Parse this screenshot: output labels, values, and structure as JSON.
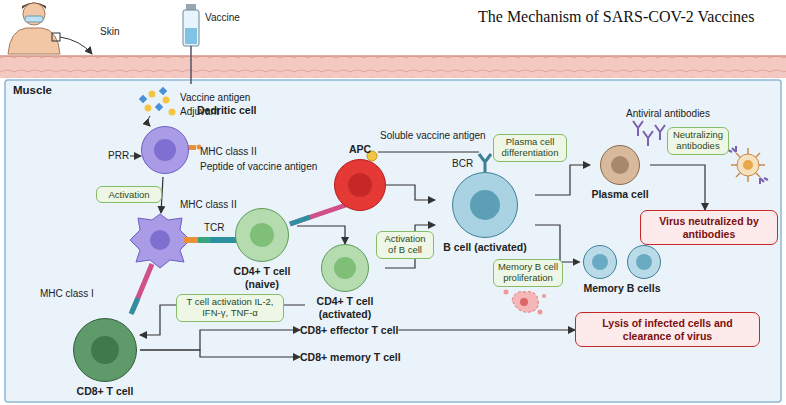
{
  "diagram": {
    "title": "The Mechanism of SARS-COV-2 Vaccines",
    "nodes": [
      {
        "text": [
          "Muscle"
        ]
      },
      {
        "text": [
          "Dedritic cell"
        ],
        "in": 0
      },
      {
        "text": [
          "CD4+ T cell (naive)"
        ],
        "in": 0
      },
      {
        "text": [
          "APC"
        ],
        "in": 0
      },
      {
        "text": [
          "CD4+ T cell (activated)"
        ],
        "in": 0
      },
      {
        "text": [
          "B cell (activated)"
        ],
        "in": 0
      },
      {
        "text": [
          "Plasma cell"
        ],
        "in": 0
      },
      {
        "text": [
          "Virus neutralized by antibodies"
        ],
        "in": 0
      },
      {
        "text": [
          "Memory B cells"
        ],
        "in": 0
      },
      {
        "text": [
          "CD8+ T cell"
        ],
        "in": 0
      },
      {
        "text": [
          "CD8+ effector T cell"
        ],
        "in": 0
      },
      {
        "text": [
          "CD8+ memory T cell"
        ],
        "in": 0
      },
      {
        "text": [
          "Lysis of infected cells and clearance of virus"
        ],
        "in": 0
      }
    ],
    "edges": [
      {
        "from": 2,
        "to": 4,
        "arrow": "to"
      },
      {
        "from": 3,
        "to": 5,
        "arrow": "to"
      },
      {
        "from": 4,
        "to": 5,
        "label": "Activation of B cell",
        "arrow": "to"
      },
      {
        "from": 5,
        "to": 6,
        "label": "Plasma cell differentiation",
        "arrow": "to"
      },
      {
        "from": 6,
        "to": 7,
        "label": "Neutralizing antibodies",
        "arrow": "to"
      },
      {
        "from": 5,
        "to": 8,
        "label": "Memory B cell proliferation",
        "arrow": "to"
      },
      {
        "from": 4,
        "to": 9,
        "label": "T cell activation IL-2, IFN-γ, TNF-α",
        "arrow": "to"
      },
      {
        "from": 9,
        "to": 10,
        "arrow": "to"
      },
      {
        "from": 9,
        "to": 11,
        "arrow": "to"
      },
      {
        "from": 10,
        "to": 12,
        "arrow": "to"
      }
    ],
    "labels": [
      "Skin",
      "Vaccine",
      "Vaccine antigen",
      "Adjuvant",
      "MHC class II",
      "Peptide of vaccine antigen",
      "PRR",
      "Activation",
      "MHC class II",
      "TCR",
      "Soluble vaccine antigen",
      "BCR",
      "Antiviral antibodies",
      "MHC class I"
    ]
  }
}
